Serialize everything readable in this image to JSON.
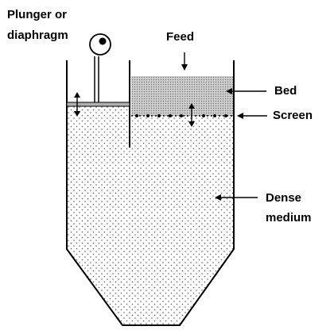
{
  "labels": {
    "plunger_line1": "Plunger or",
    "plunger_line2": "diaphragm",
    "feed": "Feed",
    "bed": "Bed",
    "screen": "Screen",
    "dense_line1": "Dense",
    "dense_line2": "medium"
  },
  "colors": {
    "outline": "#000000",
    "medium_dot": "#555555",
    "bed_fill": "#c8c8c8",
    "bed_dot": "#6a6a6a"
  }
}
